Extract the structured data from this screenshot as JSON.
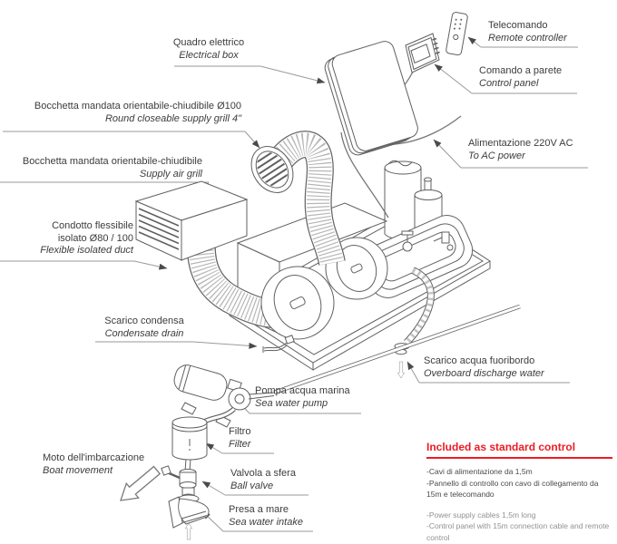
{
  "colors": {
    "accent_red": "#ec1c24",
    "line_gray": "#666666",
    "leader_gray": "#9a9a9a",
    "text_dark": "#3c3c3c",
    "text_secondary": "#919191"
  },
  "labels": {
    "electrical_box": {
      "it": "Quadro elettrico",
      "en": "Electrical box"
    },
    "remote": {
      "it": "Telecomando",
      "en": "Remote controller"
    },
    "control_panel": {
      "it": "Comando a parete",
      "en": "Control panel"
    },
    "ac_power": {
      "it": "Alimentazione 220V AC",
      "en": "To AC power"
    },
    "round_grill": {
      "it": "Bocchetta mandata orientabile-chiudibile Ø100",
      "en": "Round closeable supply grill 4\""
    },
    "supply_grill": {
      "it": "Bocchetta mandata orientabile-chiudibile",
      "en": "Supply air grill"
    },
    "flexible_duct": {
      "it_line1": "Condotto flessibile",
      "it_line2": "isolato Ø80 / 100",
      "en": "Flexible isolated duct"
    },
    "condensate_drain": {
      "it": "Scarico condensa",
      "en": "Condensate drain"
    },
    "overboard": {
      "it": "Scarico acqua fuoribordo",
      "en": "Overboard discharge water"
    },
    "sea_water_pump": {
      "it": "Pompa acqua marina",
      "en": "Sea water pump"
    },
    "filter": {
      "it": "Filtro",
      "en": "Filter"
    },
    "ball_valve": {
      "it": "Valvola a sfera",
      "en": "Ball valve"
    },
    "sea_water_intake": {
      "it": "Presa a mare",
      "en": "Sea water intake"
    },
    "boat_movement": {
      "it": "Moto dell'imbarcazione",
      "en": "Boat movement"
    }
  },
  "standard_control": {
    "title": "Included as standard control",
    "items_it": [
      "-Cavi di alimentazione da 1,5m",
      "-Pannello di controllo con cavo di collegamento da 15m e telecomando"
    ],
    "items_en": [
      "-Power supply cables 1,5m long",
      "-Control panel with 15m connection cable and remote control"
    ]
  }
}
